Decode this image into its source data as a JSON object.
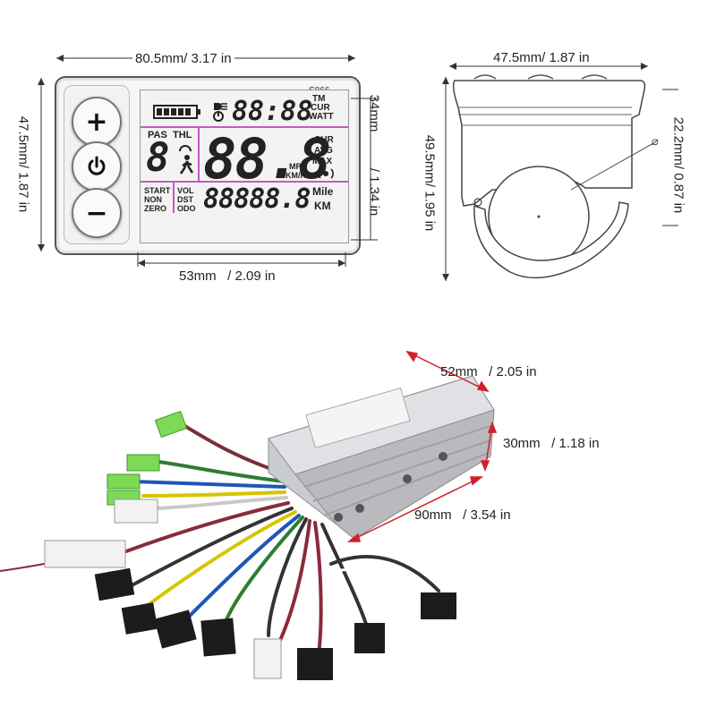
{
  "display": {
    "width_label": "80.5mm/ 3.17 in",
    "height_label": "47.5mm/ 1.87 in",
    "screen_height_label": "34mm",
    "screen_height_in_label": "/ 1.34 in",
    "screen_width_label": "53mm   / 2.09 in",
    "model": "S866",
    "buttons": {
      "plus": "+",
      "minus": "−"
    },
    "lcd": {
      "clock": "88:88",
      "tm": "TM",
      "cur_top": "CUR",
      "watt": "WATT",
      "pas": "PAS",
      "thl": "THL",
      "level_digit": "8",
      "speed": "88.8",
      "cur": "CUR",
      "avg": "AVG",
      "max": "MAX",
      "mph": "MPH",
      "kmh": "KM/H",
      "start": "START",
      "non": "NON",
      "zero": "ZERO",
      "vol": "VOL",
      "dst": "DST",
      "odo": "ODO",
      "odometer": "88888.8",
      "mile": "Mile",
      "km": "KM"
    }
  },
  "mount": {
    "width_label": "47.5mm/ 1.87 in",
    "height_label": "49.5mm/ 1.95 in",
    "clamp_label": "22.2mm/ 0.87 in",
    "diameter_symbol": "⌀"
  },
  "controller": {
    "width_label": "52mm   / 2.05 in",
    "height_label": "30mm   / 1.18 in",
    "length_label": "90mm   / 3.54 in",
    "dimension_color": "#d0202a",
    "body_color": "#c9cbcf"
  }
}
